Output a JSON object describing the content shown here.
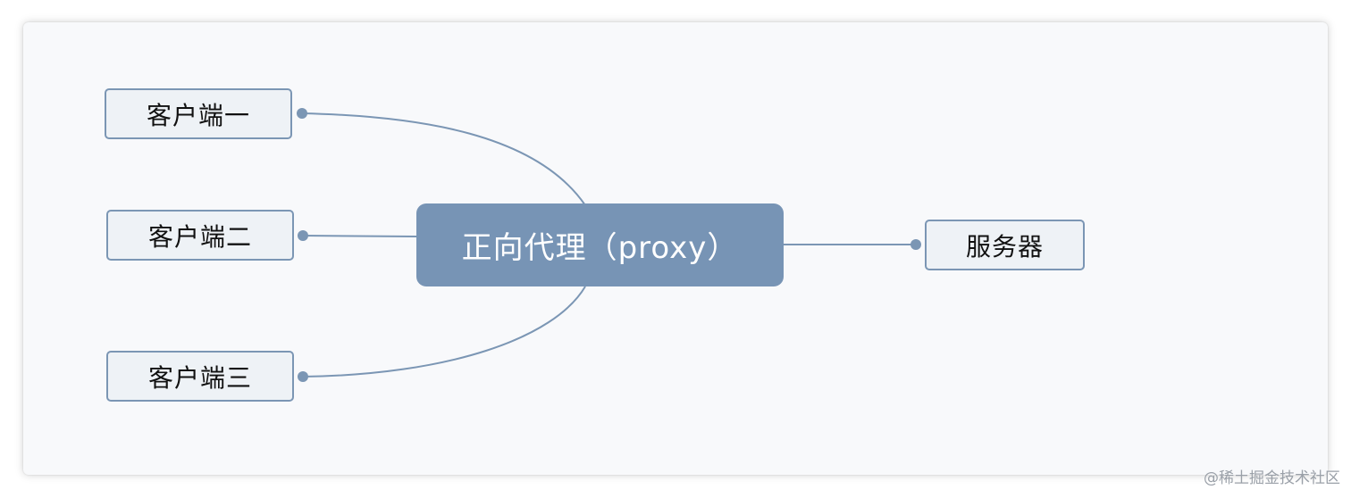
{
  "diagram": {
    "center": {
      "label": "正向代理（proxy）"
    },
    "clients": [
      {
        "label": "客户端一"
      },
      {
        "label": "客户端二"
      },
      {
        "label": "客户端三"
      }
    ],
    "server": {
      "label": "服务器"
    },
    "colors": {
      "center_fill": "#7794b5",
      "node_fill": "#eef2f6",
      "node_border": "#7b96b4",
      "connector": "#7b96b4",
      "background": "#f8f9fb"
    }
  },
  "watermark": "@稀土掘金技术社区"
}
